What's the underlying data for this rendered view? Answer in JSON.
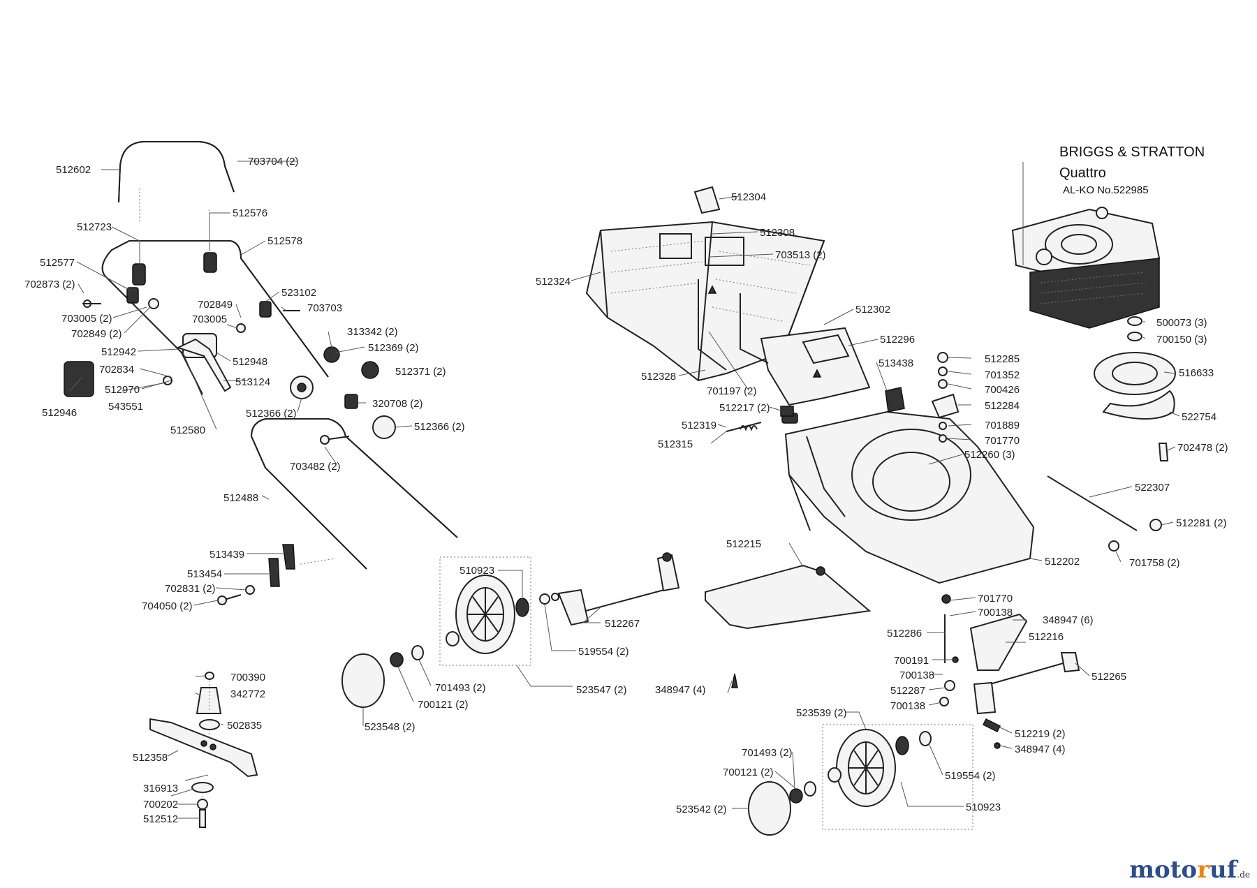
{
  "engine": {
    "brand": "BRIGGS & STRATTON",
    "model": "Quattro",
    "alko_no": "AL-KO No.522985"
  },
  "logo": {
    "part1": "moto",
    "part2": "r",
    "part3": "uf",
    "suffix": ".de"
  },
  "parts": [
    "512602",
    "703704 (2)",
    "512576",
    "512723",
    "512578",
    "512577",
    "702873 (2)",
    "523102",
    "702849",
    "703703",
    "703005",
    "703005 (2)",
    "702849 (2)",
    "313342 (2)",
    "512369 (2)",
    "512942",
    "512948",
    "702834",
    "512371 (2)",
    "513124",
    "512970",
    "543551",
    "320708 (2)",
    "512946",
    "512366 (2)",
    "512366 (2)",
    "512580",
    "703482 (2)",
    "512488",
    "513439",
    "513454",
    "702831 (2)",
    "704050 (2)",
    "510923",
    "523547 (2)",
    "701493  (2)",
    "700121 (2)",
    "523548 (2)",
    "519554 (2)",
    "512267",
    "700390",
    "342772",
    "502835",
    "512358",
    "316913",
    "700202",
    "512512",
    "512304",
    "512308",
    "703513 (2)",
    "512324",
    "512302",
    "512296",
    "513438",
    "512328",
    "701197 (2)",
    "512217 (2)",
    "512319",
    "512315",
    "512260 (3)",
    "512285",
    "701352",
    "700426",
    "512284",
    "701889",
    "701770",
    "500073 (3)",
    "700150 (3)",
    "516633",
    "522754",
    "702478 (2)",
    "522307",
    "512281 (2)",
    "701758 (2)",
    "512202",
    "512215",
    "701770",
    "700138",
    "348947 (6)",
    "512286",
    "512216",
    "700191",
    "700138",
    "512265",
    "512287",
    "700138",
    "348947 (4)",
    "523539 (2)",
    "512219 (2)",
    "348947 (4)",
    "701493 (2)",
    "700121 (2)",
    "519554 (2)",
    "523542 (2)",
    "510923"
  ]
}
